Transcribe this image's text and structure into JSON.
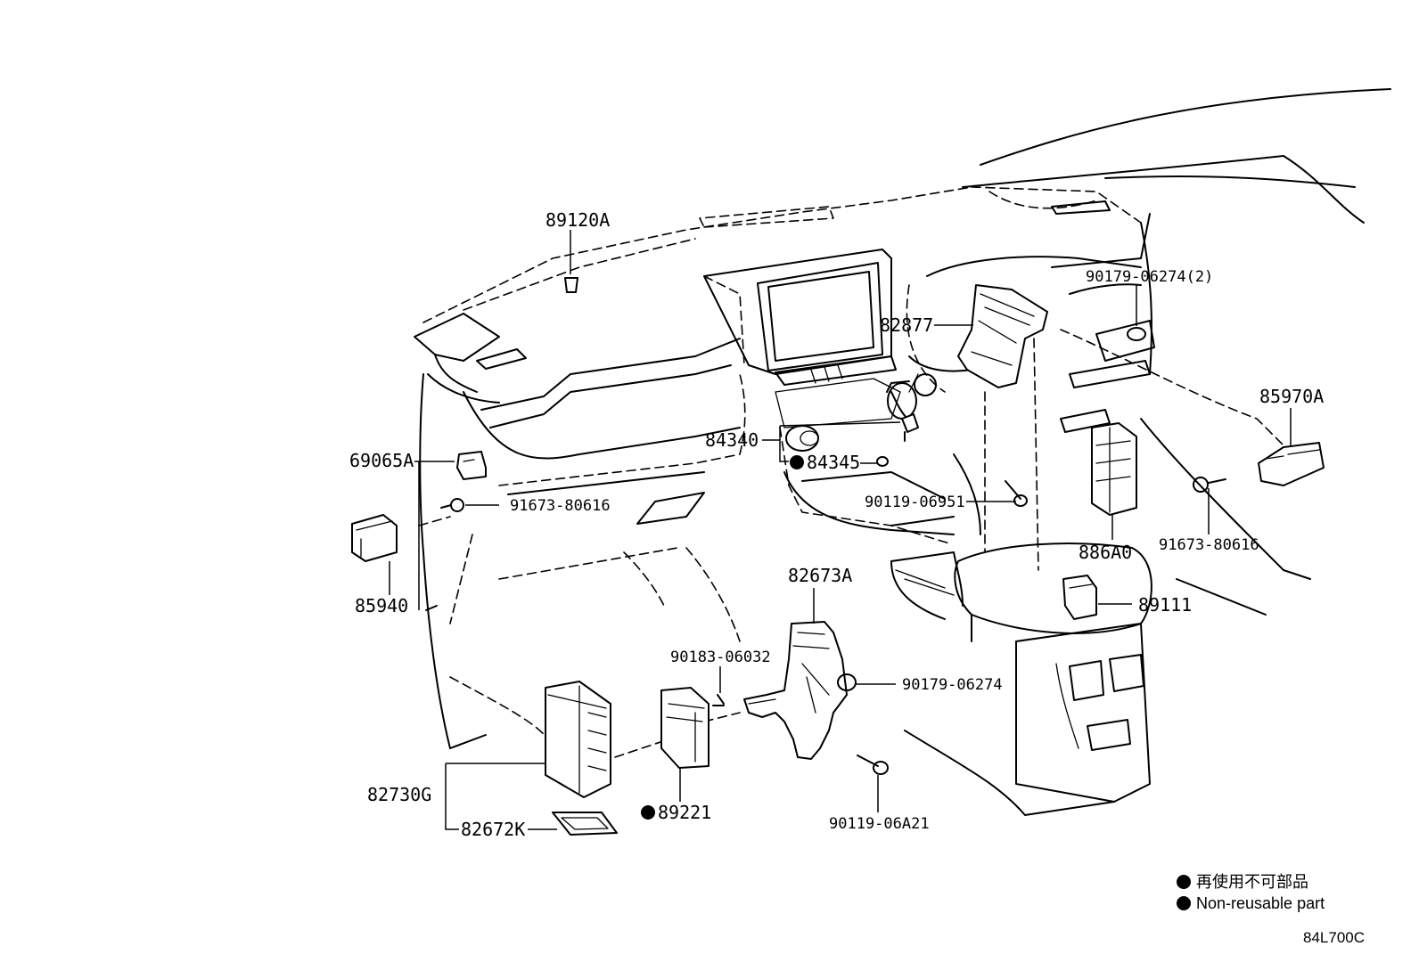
{
  "labels": {
    "p89120A": "89120A",
    "p82877": "82877",
    "p90179_06274_2": "90179-06274(2)",
    "p85970A": "85970A",
    "p69065A": "69065A",
    "p84340": "84340",
    "p84345": "84345",
    "p90119_06951": "90119-06951",
    "p91673_80616_left": "91673-80616",
    "p91673_80616_right": "91673-80616",
    "p886A0": "886A0",
    "p85940": "85940",
    "p82673A": "82673A",
    "p89111": "89111",
    "p90183_06032": "90183-06032",
    "p90179_06274": "90179-06274",
    "p82730G": "82730G",
    "p89221": "89221",
    "p90119_06A21": "90119-06A21",
    "p82672K": "82672K"
  },
  "legend": {
    "line1": "再使用不可部品",
    "line2": "Non-reusable part"
  },
  "diagram_code": "84L700C"
}
